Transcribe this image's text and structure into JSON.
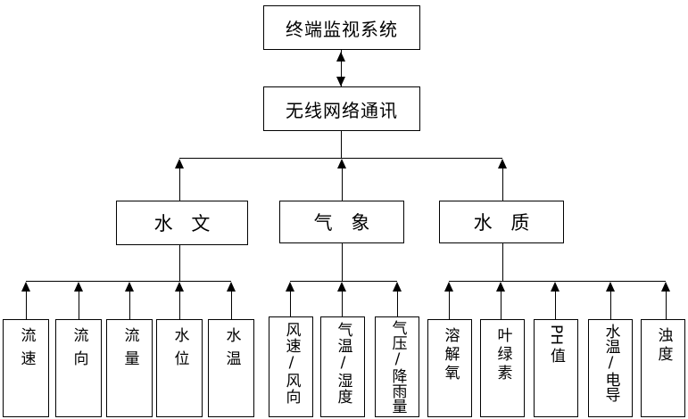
{
  "diagram": {
    "title_top": "终端监视系统",
    "nodes": {
      "terminal_monitor": "终端监视系统",
      "wireless_network": "无线网络通讯",
      "hydrology": "水 文",
      "meteorology": "气 象",
      "water_quality": "水 质"
    },
    "hydrology_leaves": [
      {
        "label": "流速"
      },
      {
        "label": "流向"
      },
      {
        "label": "流量"
      },
      {
        "label": "水位"
      },
      {
        "label": "水温"
      }
    ],
    "meteorology_leaves": [
      {
        "label": "风速/风向"
      },
      {
        "label": "气温/湿度"
      },
      {
        "label": "气压/降雨量"
      }
    ],
    "water_quality_leaves": [
      {
        "label_latin": "PH",
        "label_cjk": "值"
      },
      {
        "label": "溶解氧"
      },
      {
        "label": "叶绿素"
      },
      {
        "label": "水温/电导"
      },
      {
        "label": "浊度"
      }
    ],
    "colors": {
      "line": "#000000",
      "box_fill": "#ffffff",
      "text": "#000000"
    }
  }
}
